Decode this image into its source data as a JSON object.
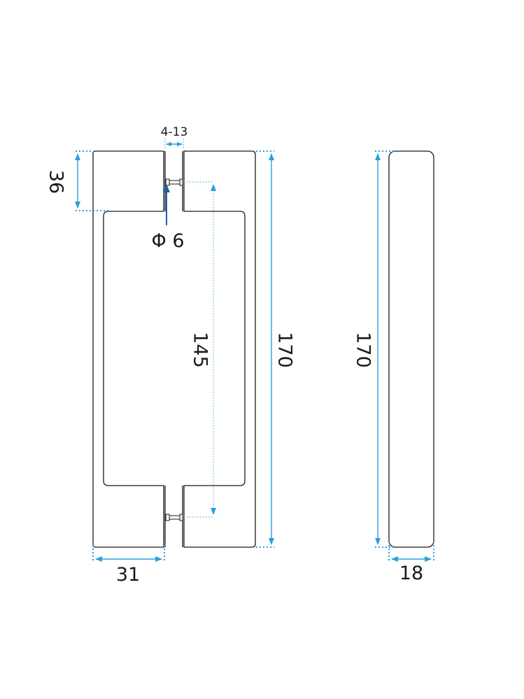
{
  "labels": {
    "hole_spec": "4-13",
    "pin_diameter": "Φ 6",
    "post_height": "36",
    "center_distance": "145",
    "total_height_front": "170",
    "total_height_side": "170",
    "post_width": "31",
    "depth": "18"
  },
  "colors": {
    "dimension": "#2a9fd8",
    "outline": "#1a1a1a",
    "pin_arrow": "#1c5f9e"
  }
}
